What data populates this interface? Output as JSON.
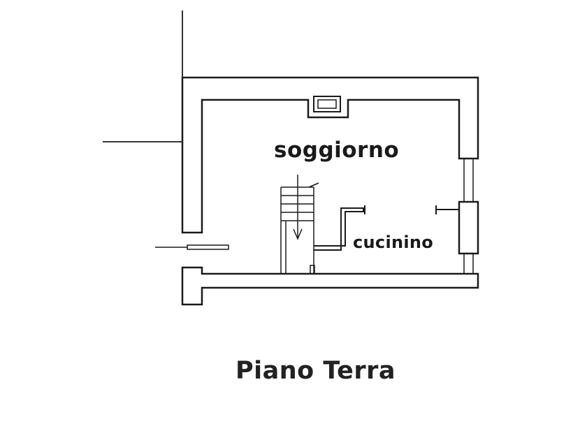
{
  "rooms": {
    "living_room": "soggiorno",
    "kitchenette": "cucinino"
  },
  "floor_title": "Piano Terra",
  "colors": {
    "wall_stroke": "#1a1a1a",
    "wall_fill": "#ffffff",
    "text": "#1a1a1a"
  }
}
